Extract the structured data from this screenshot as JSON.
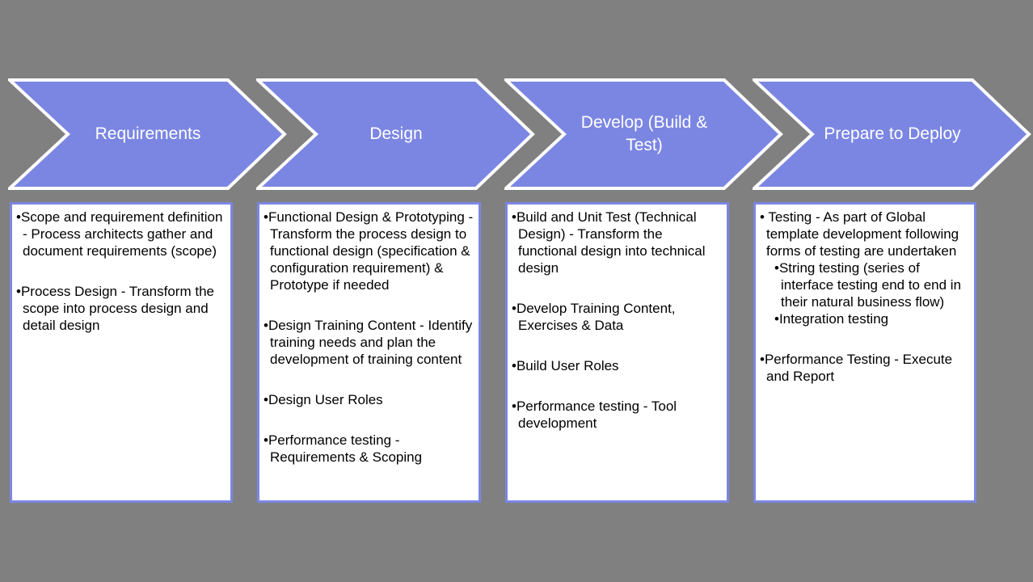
{
  "colors": {
    "background": "#808080",
    "arrow_fill": "#7B86E3",
    "arrow_outline": "#FFFFFF",
    "arrow_text": "#FFFFFF",
    "box_background": "#FFFFFF",
    "box_border": "#7B86E3",
    "body_text": "#000000"
  },
  "stages": [
    {
      "title": "Requirements",
      "bullets": [
        {
          "text": "Scope and requirement definition - Process architects gather and document requirements (scope)"
        },
        {
          "text": "Process Design - Transform the scope into process design and detail design"
        }
      ]
    },
    {
      "title": "Design",
      "bullets": [
        {
          "text": "Functional Design & Prototyping - Transform the process design to functional design (specification & configuration requirement) & Prototype if needed"
        },
        {
          "text": "Design Training Content - Identify training needs and plan the development of training content"
        },
        {
          "text": "Design User Roles"
        },
        {
          "text": "Performance testing - Requirements & Scoping"
        }
      ]
    },
    {
      "title": "Develop (Build & Test)",
      "bullets": [
        {
          "text": "Build and Unit Test (Technical Design) - Transform the functional design into technical design"
        },
        {
          "text": "Develop Training Content, Exercises & Data"
        },
        {
          "text": "Build User Roles"
        },
        {
          "text": "Performance testing - Tool development"
        }
      ]
    },
    {
      "title": "Prepare to Deploy",
      "bullets": [
        {
          "text": "Testing - As part of Global template development following forms of testing are undertaken",
          "sub": [
            "String testing (series of interface testing end to end in their natural business flow)",
            "Integration testing"
          ]
        },
        {
          "text": "Performance Testing - Execute and Report"
        }
      ]
    }
  ]
}
